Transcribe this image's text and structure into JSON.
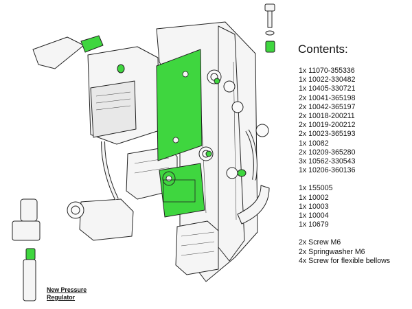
{
  "contents": {
    "title": "Contents:",
    "group1": [
      "1x 11070-355336",
      "1x 10022-330482",
      "1x 10405-330721",
      "2x 10041-365198",
      "2x 10042-365197",
      "2x 10018-200211",
      "2x 10019-200212",
      "2x 10023-365193",
      "1x 10082",
      "2x 10209-365280",
      "3x 10562-330543",
      "1x 10206-360136"
    ],
    "group2": [
      "1x 155005",
      "1x 10002",
      "1x 10003",
      "1x 10004",
      "1x 10679"
    ],
    "group3": [
      "2x Screw M6",
      "2x Springwasher M6",
      "4x Screw for flexible bellows"
    ]
  },
  "caption": {
    "line1": "New Pressure",
    "line2": "Regulator"
  },
  "colors": {
    "highlight": "#3fd63f",
    "outline": "#222222",
    "panel": "#f4f4f4"
  }
}
